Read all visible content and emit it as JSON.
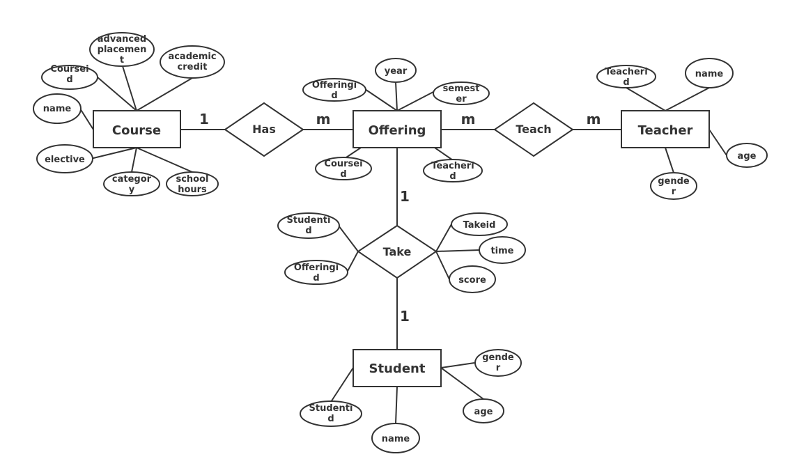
{
  "entities": {
    "course": "Course",
    "offering": "Offering",
    "teacher": "Teacher",
    "student": "Student"
  },
  "relationships": {
    "has": "Has",
    "teach": "Teach",
    "take": "Take"
  },
  "attributes": {
    "course_courseid": [
      "Coursei",
      "d"
    ],
    "course_advanced": [
      "advanced",
      "placemen",
      "t"
    ],
    "course_credit": [
      "academic",
      "credit"
    ],
    "course_name": [
      "name"
    ],
    "course_elective": [
      "elective"
    ],
    "course_category": [
      "categor",
      "y"
    ],
    "course_hours": [
      "school",
      "hours"
    ],
    "offering_offeringid": [
      "Offeringi",
      "d"
    ],
    "offering_year": [
      "year"
    ],
    "offering_semester": [
      "semest",
      "er"
    ],
    "offering_courseid": [
      "Coursei",
      "d"
    ],
    "offering_teacherid": [
      "Teacheri",
      "d"
    ],
    "teacher_teacherid": [
      "Teacheri",
      "d"
    ],
    "teacher_name": [
      "name"
    ],
    "teacher_age": [
      "age"
    ],
    "teacher_gender": [
      "gende",
      "r"
    ],
    "take_studentid": [
      "Studenti",
      "d"
    ],
    "take_offeringid": [
      "Offeringi",
      "d"
    ],
    "take_takeid": [
      "Takeid"
    ],
    "take_time": [
      "time"
    ],
    "take_score": [
      "score"
    ],
    "student_studentid": [
      "Studenti",
      "d"
    ],
    "student_name": [
      "name"
    ],
    "student_age": [
      "age"
    ],
    "student_gender": [
      "gende",
      "r"
    ]
  },
  "cardinalities": {
    "course_has": "1",
    "has_offering": "m",
    "offering_teach": "m",
    "teach_teacher": "m",
    "offering_take": "1",
    "take_student": "1"
  }
}
